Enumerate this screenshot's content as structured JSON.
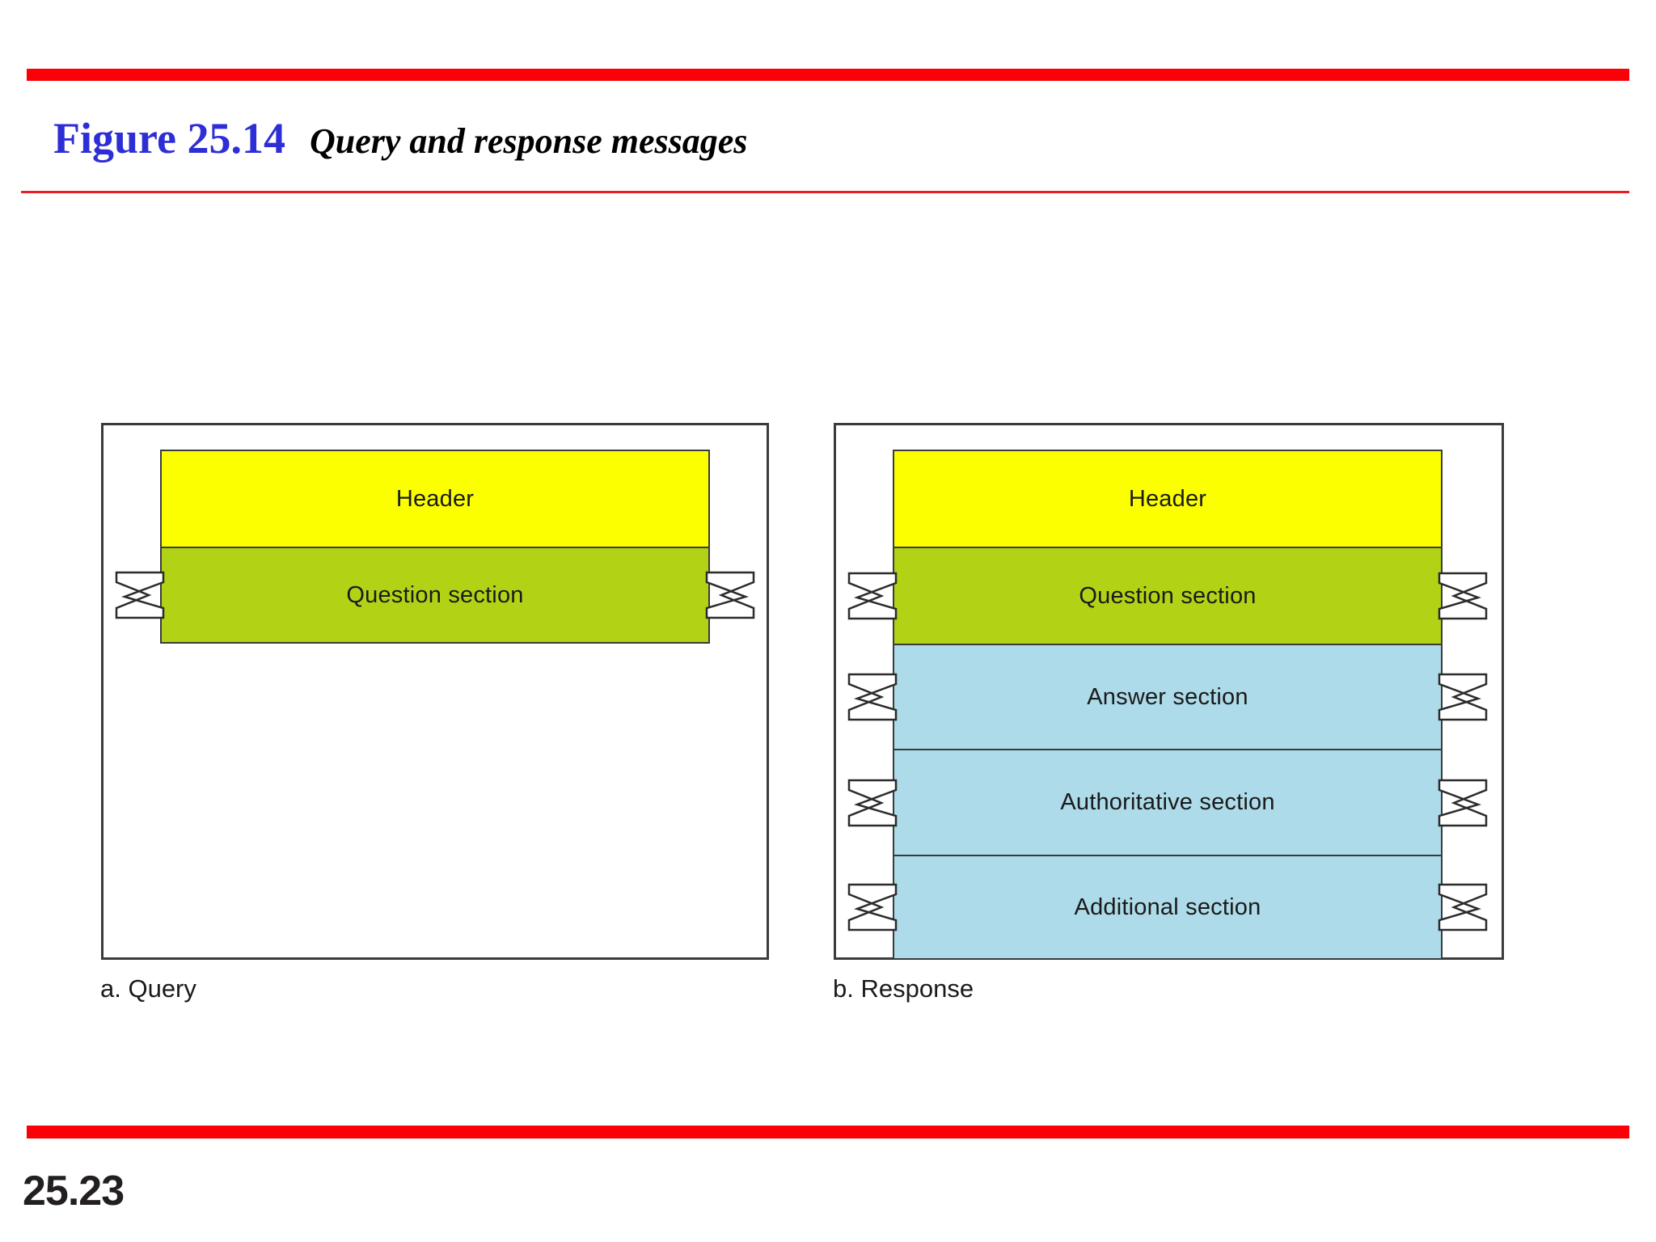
{
  "slide": {
    "figure_number": "Figure 25.14",
    "figure_title": "Query and response messages",
    "page_number": "25.23",
    "accent_rule_color": "#fb0007",
    "figure_number_color": "#2e2ed6"
  },
  "diagrams": [
    {
      "id": "query",
      "caption": "a. Query",
      "sections": [
        {
          "label": "Header",
          "color": "#fbff00",
          "torn": false
        },
        {
          "label": "Question section",
          "color": "#b2d216",
          "torn": true
        }
      ]
    },
    {
      "id": "response",
      "caption": "b. Response",
      "sections": [
        {
          "label": "Header",
          "color": "#fbff00",
          "torn": false
        },
        {
          "label": "Question section",
          "color": "#b2d216",
          "torn": true
        },
        {
          "label": "Answer section",
          "color": "#addbe9",
          "torn": true
        },
        {
          "label": "Authoritative section",
          "color": "#addbe9",
          "torn": true
        },
        {
          "label": "Additional section",
          "color": "#addbe9",
          "torn": true
        }
      ]
    }
  ]
}
